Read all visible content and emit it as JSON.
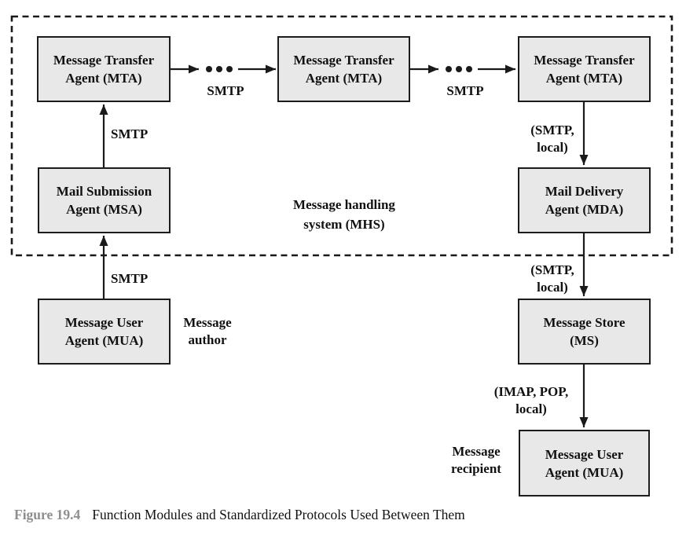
{
  "diagram": {
    "system_label": {
      "line1": "Message handling",
      "line2": "system (MHS)"
    },
    "nodes": {
      "mta1": {
        "line1": "Message Transfer",
        "line2": "Agent (MTA)"
      },
      "mta2": {
        "line1": "Message Transfer",
        "line2": "Agent (MTA)"
      },
      "mta3": {
        "line1": "Message Transfer",
        "line2": "Agent (MTA)"
      },
      "msa": {
        "line1": "Mail Submission",
        "line2": "Agent (MSA)"
      },
      "mda": {
        "line1": "Mail Delivery",
        "line2": "Agent (MDA)"
      },
      "mua_author": {
        "line1": "Message User",
        "line2": "Agent (MUA)"
      },
      "ms": {
        "line1": "Message Store",
        "line2": "(MS)"
      },
      "mua_recipient": {
        "line1": "Message User",
        "line2": "Agent (MUA)"
      }
    },
    "protocol_labels": {
      "mta1_mta2": "SMTP",
      "mta2_mta3": "SMTP",
      "msa_mta1": "SMTP",
      "mua_msa": "SMTP",
      "mta3_mda": {
        "line1": "(SMTP,",
        "line2": "local)"
      },
      "mda_ms": {
        "line1": "(SMTP,",
        "line2": "local)"
      },
      "ms_mua": {
        "line1": "(IMAP, POP,",
        "line2": "local)"
      }
    },
    "annotations": {
      "author": {
        "line1": "Message",
        "line2": "author"
      },
      "recipient": {
        "line1": "Message",
        "line2": "recipient"
      }
    }
  },
  "caption": {
    "label": "Figure 19.4",
    "text": "Function Modules and Standardized Protocols Used Between Them"
  },
  "colors": {
    "background": "#ffffff",
    "box_fill": "#e8e8e8",
    "box_border": "#1c1c1c",
    "line": "#1a1a1a",
    "text": "#111111",
    "caption_label": "#8e8e8e"
  }
}
